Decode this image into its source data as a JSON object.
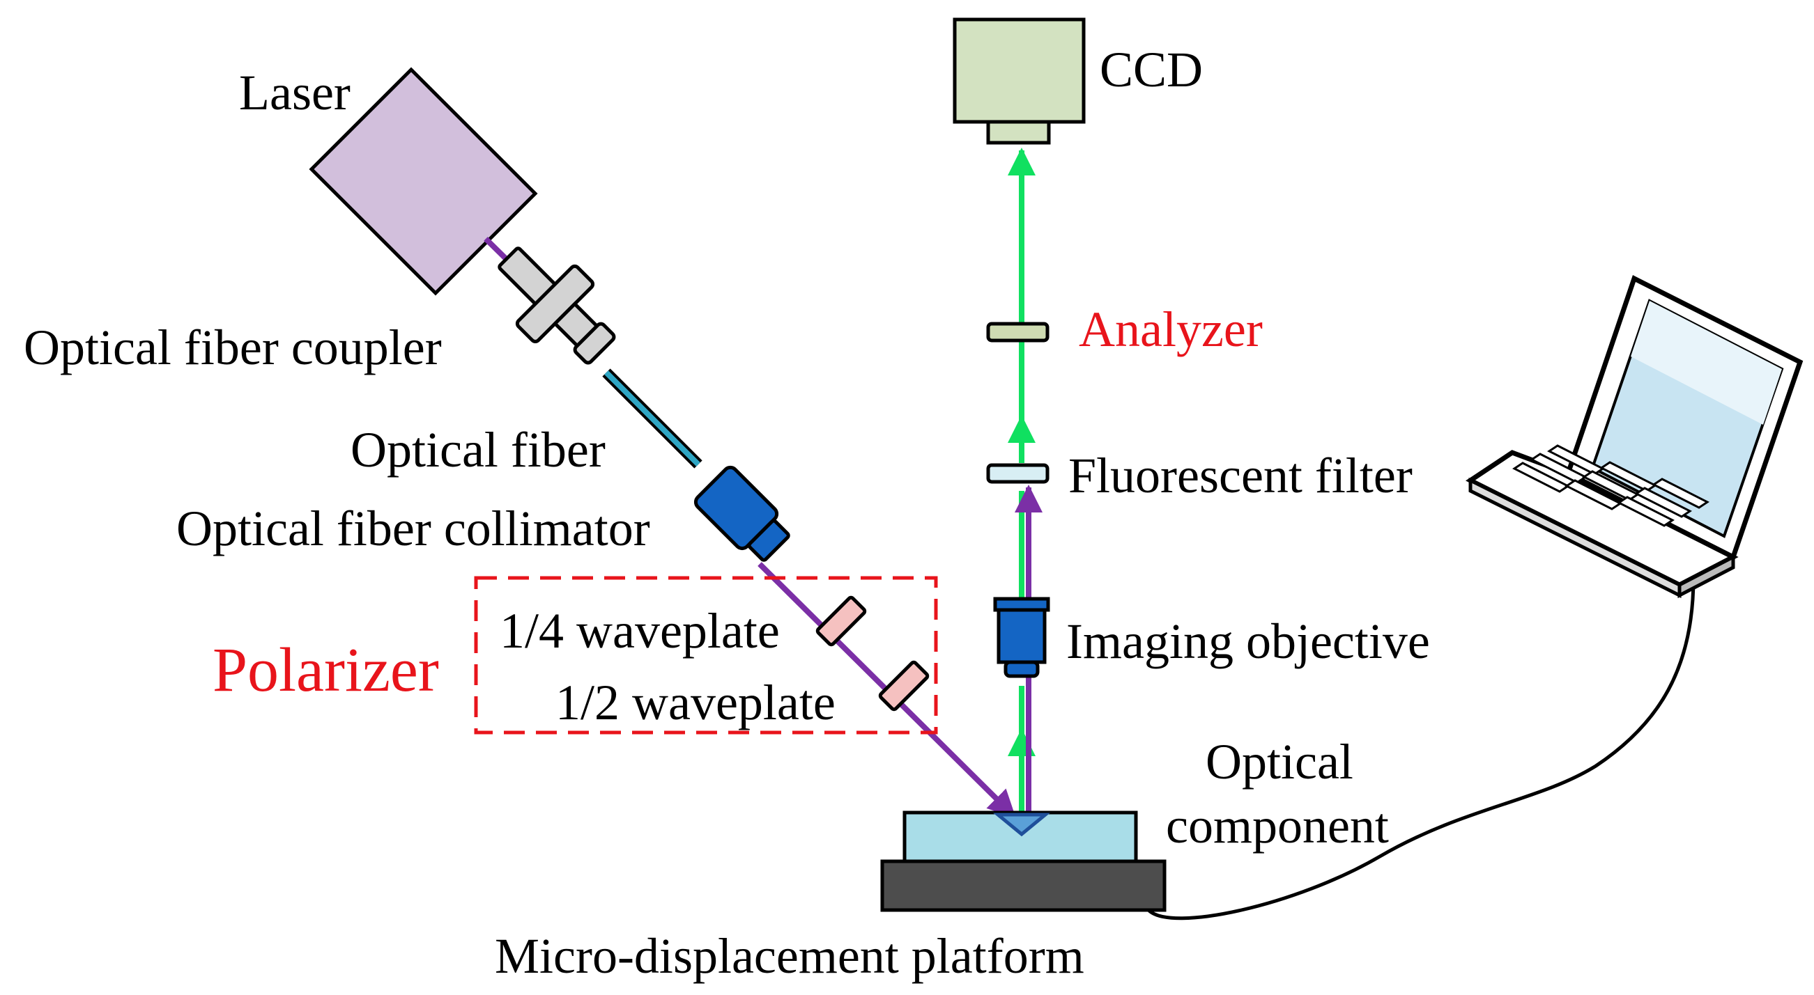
{
  "labels": {
    "ccd": "CCD",
    "laser": "Laser",
    "analyzer": "Analyzer",
    "coupler": "Optical fiber coupler",
    "fiber": "Optical fiber",
    "fluorescent_filter": "Fluorescent filter",
    "collimator": "Optical fiber collimator",
    "quarter_waveplate": "1/4 waveplate",
    "imaging_objective": "Imaging objective",
    "polarizer": "Polarizer",
    "half_waveplate": "1/2 waveplate",
    "optical_component_line1": "Optical",
    "optical_component_line2": "component",
    "platform": "Micro-displacement platform"
  },
  "colors": {
    "laser_beam": "#7b2fa6",
    "fluorescence_beam": "#10e060",
    "laser_body": "#d2bfdc",
    "ccd_body": "#d3e2c1",
    "analyzer": "#cfdcb2",
    "fluorescent_filter": "#d8eef4",
    "objective": "#1465c4",
    "waveplate": "#f5c1c0",
    "fiber": "#2fa6c4",
    "sample": "#a9dde8",
    "platform": "#4d4d4d",
    "highlight_red": "#e8141b"
  }
}
